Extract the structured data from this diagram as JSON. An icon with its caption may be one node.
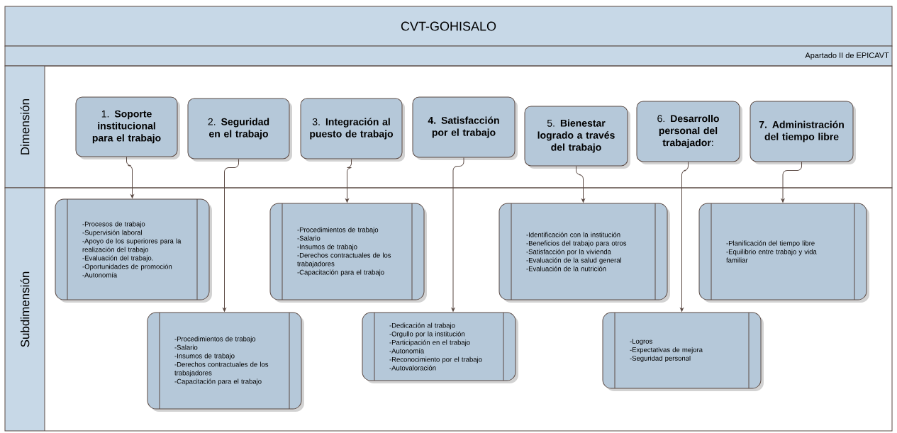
{
  "diagram": {
    "title": "CVT-GOHISALO",
    "nodes": [
      {
        "text": [
          "Apartado II de EPICAVT"
        ]
      },
      {
        "text": [
          "Dimensión"
        ]
      },
      {
        "text": [
          "Subdimensión"
        ]
      },
      {
        "text": [
          "1. **Soporte institucional para el trabajo**"
        ],
        "in": 1
      },
      {
        "text": [
          "2. **Seguridad en el trabajo**"
        ],
        "in": 1
      },
      {
        "text": [
          "3. **Integración al puesto de trabajo**"
        ],
        "in": 1
      },
      {
        "text": [
          "**4. Satisfacción por el trabajo**"
        ],
        "in": 1
      },
      {
        "text": [
          "5. **Bienestar logrado a través del trabajo**"
        ],
        "in": 1
      },
      {
        "text": [
          "6. **Desarrollo personal del trabajador**:"
        ],
        "in": 1
      },
      {
        "text": [
          "**7. Administración del tiempo libre**"
        ],
        "in": 1
      },
      {
        "text": [
          "-Procesos de trabajo",
          "-Supervisión laboral",
          "-Apoyo de los superiores para la realización del trabajo",
          "-Evaluación del trabajo.",
          "-Oportunidades de promoción",
          "-Autonomía"
        ],
        "in": 2
      },
      {
        "text": [
          "-Procedimientos de trabajo",
          "-Salario",
          "-Insumos de trabajo",
          "-Derechos contractuales de los trabajadores",
          "-Capacitación para el trabajo"
        ],
        "in": 2
      },
      {
        "text": [
          "-Procedimientos de trabajo",
          "-Salario",
          "-Insumos de trabajo",
          "-Derechos contractuales de los trabajadores",
          "-Capacitación para el trabajo"
        ],
        "in": 2
      },
      {
        "text": [
          "-Dedicación al trabajo",
          "-Orgullo por la institución",
          "-Participación en el trabajo",
          "-Autonomía",
          "-Reconocimiento por el trabajo",
          "-Autovaloración"
        ],
        "in": 2
      },
      {
        "text": [
          "-Identificación con la institución",
          "-Beneficios del trabajo para otros",
          "-Satisfacción por la vivienda",
          "-Evaluación de la salud general",
          "-Evaluación de la nutrición"
        ],
        "in": 2
      },
      {
        "text": [
          "-Logros",
          "-Expectativas de mejora",
          "-Seguridad personal"
        ],
        "in": 2
      },
      {
        "text": [
          "-Planificación del tiempo libre",
          "-Equilibrio entre trabajo y vida familiar"
        ],
        "in": 2
      }
    ],
    "edges": [
      {
        "from": 3,
        "to": 10,
        "arrow": "to"
      },
      {
        "from": 4,
        "to": 11,
        "arrow": "to"
      },
      {
        "from": 5,
        "to": 12,
        "arrow": "to"
      },
      {
        "from": 6,
        "to": 13,
        "arrow": "to"
      },
      {
        "from": 7,
        "to": 14,
        "arrow": "to"
      },
      {
        "from": 8,
        "to": 15,
        "arrow": "to"
      },
      {
        "from": 9,
        "to": 16,
        "arrow": "to"
      }
    ]
  }
}
